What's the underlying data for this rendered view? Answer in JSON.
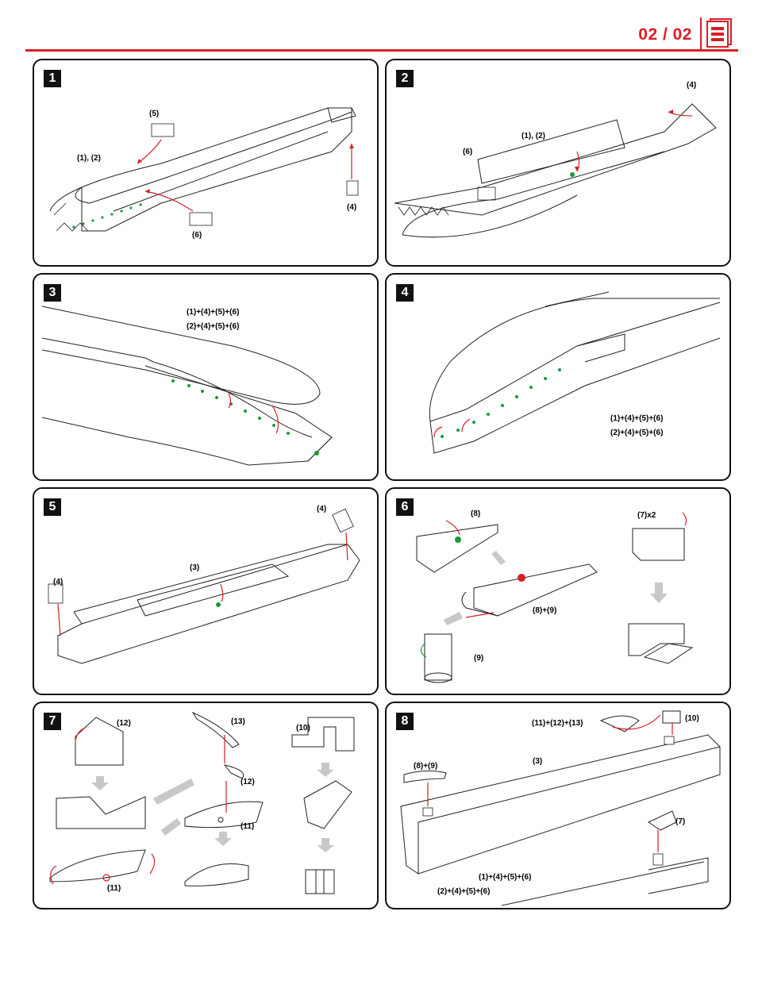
{
  "header": {
    "page_indicator": "02 / 02",
    "icon": "document-icon"
  },
  "colors": {
    "accent": "#d71f26",
    "glue_dot": "#1a9a3a",
    "arrow": "#d71f26"
  },
  "steps": [
    {
      "number": "1",
      "labels": [
        "(5)",
        "(1), (2)",
        "(6)",
        "(4)"
      ]
    },
    {
      "number": "2",
      "labels": [
        "(4)",
        "(1), (2)",
        "(6)"
      ]
    },
    {
      "number": "3",
      "labels": [
        "(1)+(4)+(5)+(6)",
        "(2)+(4)+(5)+(6)"
      ]
    },
    {
      "number": "4",
      "labels": [
        "(1)+(4)+(5)+(6)",
        "(2)+(4)+(5)+(6)"
      ]
    },
    {
      "number": "5",
      "labels": [
        "(4)",
        "(3)",
        "(4)"
      ]
    },
    {
      "number": "6",
      "labels": [
        "(8)",
        "(7)x2",
        "(8)+(9)",
        "(9)"
      ]
    },
    {
      "number": "7",
      "labels": [
        "(12)",
        "(13)",
        "(10)",
        "(12)",
        "(11)",
        "(11)"
      ]
    },
    {
      "number": "8",
      "labels": [
        "(11)+(12)+(13)",
        "(10)",
        "(8)+(9)",
        "(3)",
        "(7)",
        "(1)+(4)+(5)+(6)",
        "(2)+(4)+(5)+(6)"
      ]
    }
  ]
}
